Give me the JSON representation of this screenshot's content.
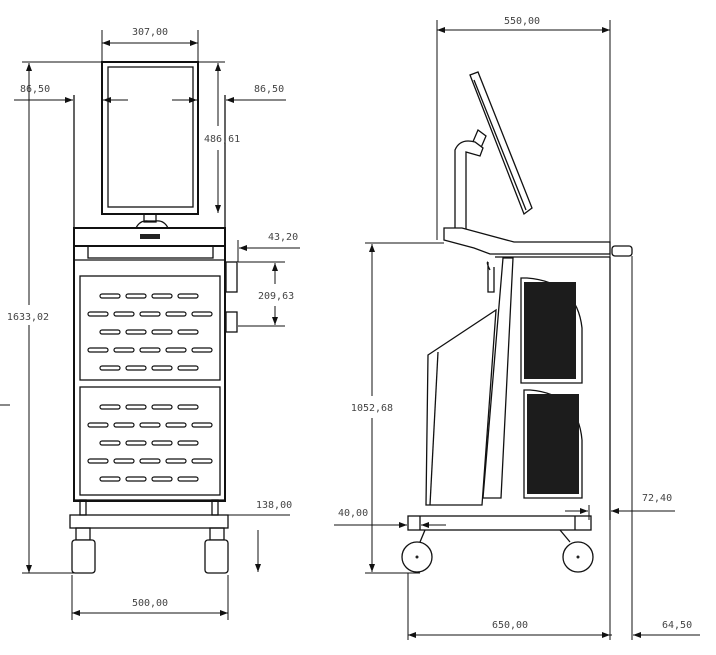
{
  "title": "Medical cart technical drawing (front and side views)",
  "front_view": {
    "dimensions": {
      "monitor_width": "307,00",
      "left_offset": "86,50",
      "right_offset": "86,50",
      "monitor_height": "486,61",
      "drawer_offset": "43,20",
      "drawer_height": "209,63",
      "total_height": "1633,02",
      "base_height": "138,00",
      "base_width": "500,00"
    }
  },
  "side_view": {
    "dimensions": {
      "top_depth": "550,00",
      "body_height": "1052,68",
      "base_inset": "40,00",
      "rear_offset": "72,40",
      "base_depth": "650,00",
      "handle_offset": "64,50"
    }
  }
}
